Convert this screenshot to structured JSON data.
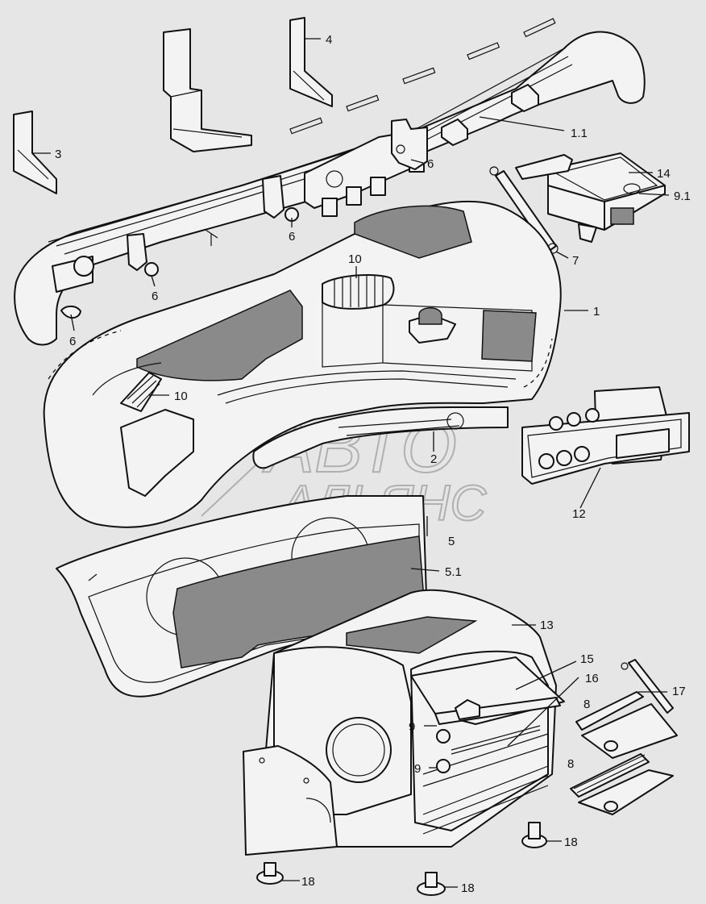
{
  "labels": {
    "l_1": "1",
    "l_1_1": "1.1",
    "l_2": "2",
    "l_3": "3",
    "l_4": "4",
    "l_5": "5",
    "l_5_1": "5.1",
    "l_6a": "6",
    "l_6b": "6",
    "l_6c": "6",
    "l_6d": "6",
    "l_7": "7",
    "l_8a": "8",
    "l_8b": "8",
    "l_9a": "9",
    "l_9b": "9",
    "l_9_1": "9.1",
    "l_10a": "10",
    "l_10b": "10",
    "l_12": "12",
    "l_13": "13",
    "l_14": "14",
    "l_15": "15",
    "l_16": "16",
    "l_17": "17",
    "l_18a": "18",
    "l_18b": "18",
    "l_18c": "18"
  },
  "watermark": {
    "line1": "АВТО",
    "line2": "АЛЬЯНС"
  },
  "colors": {
    "background": "#e6e6e6",
    "line": "#111111",
    "fill_gray": "#8a8a8a",
    "watermark": "#b0b0b0"
  }
}
